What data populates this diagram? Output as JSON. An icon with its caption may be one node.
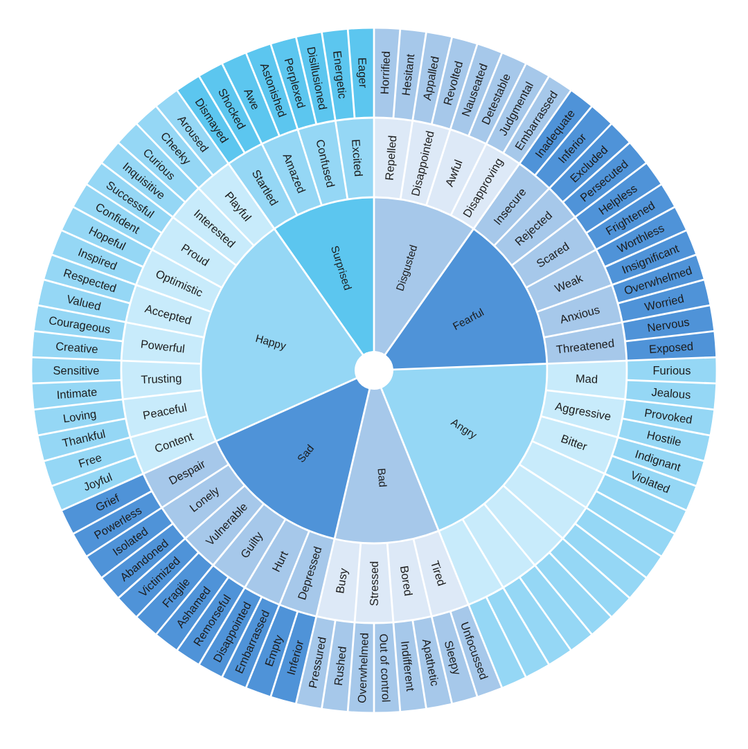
{
  "diagram": {
    "nodes": [
      {
        "text": [
          "Disgusted"
        ]
      },
      {
        "text": [
          "Fearful"
        ]
      },
      {
        "text": [
          "Angry"
        ]
      },
      {
        "text": [
          "Bad"
        ]
      },
      {
        "text": [
          "Sad"
        ]
      },
      {
        "text": [
          "Happy"
        ]
      },
      {
        "text": [
          "Surprised"
        ]
      },
      {
        "text": [
          "Repelled"
        ]
      },
      {
        "text": [
          "Disappointed"
        ]
      },
      {
        "text": [
          "Awful"
        ]
      },
      {
        "text": [
          "Disapproving"
        ]
      },
      {
        "text": [
          "Insecure"
        ]
      },
      {
        "text": [
          "Rejected"
        ]
      },
      {
        "text": [
          "Scared"
        ]
      },
      {
        "text": [
          "Weak"
        ]
      },
      {
        "text": [
          "Anxious"
        ]
      },
      {
        "text": [
          "Threatened"
        ]
      },
      {
        "text": [
          "Mad"
        ]
      },
      {
        "text": [
          "Aggressive"
        ]
      },
      {
        "text": [
          "Bitter"
        ]
      },
      {
        "text": [],
        "shape": "segment"
      },
      {
        "text": [],
        "shape": "segment"
      },
      {
        "text": [],
        "shape": "segment"
      },
      {
        "text": [],
        "shape": "segment"
      },
      {
        "text": [],
        "shape": "segment"
      },
      {
        "text": [
          "Tired"
        ]
      },
      {
        "text": [
          "Bored"
        ]
      },
      {
        "text": [
          "Stressed"
        ]
      },
      {
        "text": [
          "Busy"
        ]
      },
      {
        "text": [
          "Depressed"
        ]
      },
      {
        "text": [
          "Hurt"
        ]
      },
      {
        "text": [
          "Guilty"
        ]
      },
      {
        "text": [
          "Vulnerable"
        ]
      },
      {
        "text": [
          "Lonely"
        ]
      },
      {
        "text": [
          "Despair"
        ]
      },
      {
        "text": [
          "Content"
        ]
      },
      {
        "text": [
          "Peaceful"
        ]
      },
      {
        "text": [
          "Trusting"
        ]
      },
      {
        "text": [
          "Powerful"
        ]
      },
      {
        "text": [
          "Accepted"
        ]
      },
      {
        "text": [
          "Optimistic"
        ]
      },
      {
        "text": [
          "Proud"
        ]
      },
      {
        "text": [
          "Interested"
        ]
      },
      {
        "text": [
          "Playful"
        ]
      },
      {
        "text": [
          "Startled"
        ]
      },
      {
        "text": [
          "Amazed"
        ]
      },
      {
        "text": [
          "Confused"
        ]
      },
      {
        "text": [
          "Excited"
        ]
      },
      {
        "text": [
          "Horrified"
        ]
      },
      {
        "text": [
          "Hesitant"
        ]
      },
      {
        "text": [
          "Appalled"
        ]
      },
      {
        "text": [
          "Revolted"
        ]
      },
      {
        "text": [
          "Nauseated"
        ]
      },
      {
        "text": [
          "Detestable"
        ]
      },
      {
        "text": [
          "Judgmental"
        ]
      },
      {
        "text": [
          "Embarrassed"
        ]
      },
      {
        "text": [
          "Inadequate"
        ]
      },
      {
        "text": [
          "Inferior"
        ]
      },
      {
        "text": [
          "Excluded"
        ]
      },
      {
        "text": [
          "Persecuted"
        ]
      },
      {
        "text": [
          "Helpless"
        ]
      },
      {
        "text": [
          "Frightened"
        ]
      },
      {
        "text": [
          "Worthless"
        ]
      },
      {
        "text": [
          "Insignificant"
        ]
      },
      {
        "text": [
          "Overwhelmed"
        ]
      },
      {
        "text": [
          "Worried"
        ]
      },
      {
        "text": [
          "Nervous"
        ]
      },
      {
        "text": [
          "Exposed"
        ]
      },
      {
        "text": [
          "Furious"
        ]
      },
      {
        "text": [
          "Jealous"
        ]
      },
      {
        "text": [
          "Provoked"
        ]
      },
      {
        "text": [
          "Hostile"
        ]
      },
      {
        "text": [
          "Indignant"
        ]
      },
      {
        "text": [
          "Violated"
        ]
      },
      {
        "text": [],
        "shape": "segment"
      },
      {
        "text": [],
        "shape": "segment"
      },
      {
        "text": [],
        "shape": "segment"
      },
      {
        "text": [],
        "shape": "segment"
      },
      {
        "text": [],
        "shape": "segment"
      },
      {
        "text": [],
        "shape": "segment"
      },
      {
        "text": [],
        "shape": "segment"
      },
      {
        "text": [],
        "shape": "segment"
      },
      {
        "text": [],
        "shape": "segment"
      },
      {
        "text": [],
        "shape": "segment"
      },
      {
        "text": [
          "Unfocussed"
        ]
      },
      {
        "text": [
          "Sleepy"
        ]
      },
      {
        "text": [
          "Apathetic"
        ]
      },
      {
        "text": [
          "Indifferent"
        ]
      },
      {
        "text": [
          "Out of control"
        ]
      },
      {
        "text": [
          "Overwhelmed"
        ]
      },
      {
        "text": [
          "Rushed"
        ]
      },
      {
        "text": [
          "Pressured"
        ]
      },
      {
        "text": [
          "Inferior"
        ]
      },
      {
        "text": [
          "Empty"
        ]
      },
      {
        "text": [
          "Embarrassed"
        ]
      },
      {
        "text": [
          "Disappointed"
        ]
      },
      {
        "text": [
          "Remorseful"
        ]
      },
      {
        "text": [
          "Ashamed"
        ]
      },
      {
        "text": [
          "Fragile"
        ]
      },
      {
        "text": [
          "Victimized"
        ]
      },
      {
        "text": [
          "Abandoned"
        ]
      },
      {
        "text": [
          "Isolated"
        ]
      },
      {
        "text": [
          "Powerless"
        ]
      },
      {
        "text": [
          "Grief"
        ]
      },
      {
        "text": [
          "Joyful"
        ]
      },
      {
        "text": [
          "Free"
        ]
      },
      {
        "text": [
          "Thankful"
        ]
      },
      {
        "text": [
          "Loving"
        ]
      },
      {
        "text": [
          "Intimate"
        ]
      },
      {
        "text": [
          "Sensitive"
        ]
      },
      {
        "text": [
          "Creative"
        ]
      },
      {
        "text": [
          "Courageous"
        ]
      },
      {
        "text": [
          "Valued"
        ]
      },
      {
        "text": [
          "Respected"
        ]
      },
      {
        "text": [
          "Inspired"
        ]
      },
      {
        "text": [
          "Hopeful"
        ]
      },
      {
        "text": [
          "Confident"
        ]
      },
      {
        "text": [
          "Successful"
        ]
      },
      {
        "text": [
          "Inquisitive"
        ]
      },
      {
        "text": [
          "Curious"
        ]
      },
      {
        "text": [
          "Cheeky"
        ]
      },
      {
        "text": [
          "Aroused"
        ]
      },
      {
        "text": [
          "Dismayed"
        ]
      },
      {
        "text": [
          "Shocked"
        ]
      },
      {
        "text": [
          "Awe"
        ]
      },
      {
        "text": [
          "Astonished"
        ]
      },
      {
        "text": [
          "Perplexed"
        ]
      },
      {
        "text": [
          "Disillusioned"
        ]
      },
      {
        "text": [
          "Energetic"
        ]
      },
      {
        "text": [
          "Eager"
        ]
      }
    ]
  }
}
